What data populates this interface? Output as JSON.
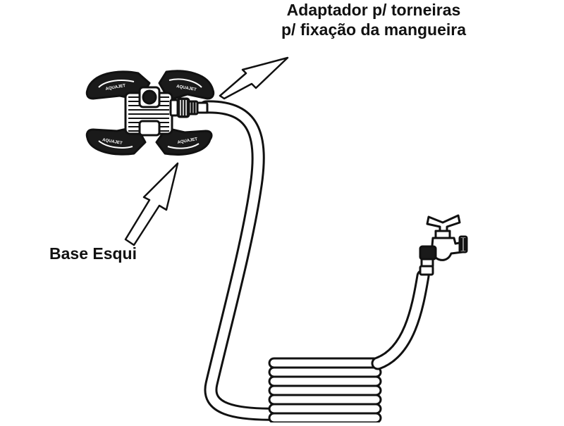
{
  "labels": {
    "adapter_line1": "Adaptador p/ torneiras",
    "adapter_line2": "p/ fixação da mangueira",
    "base": "Base Esqui"
  },
  "base_logo_text": "AQUAJET",
  "colors": {
    "line": "#111111",
    "fill": "#ffffff",
    "dark": "#1a1a1a",
    "grey": "#9a9a9a"
  }
}
